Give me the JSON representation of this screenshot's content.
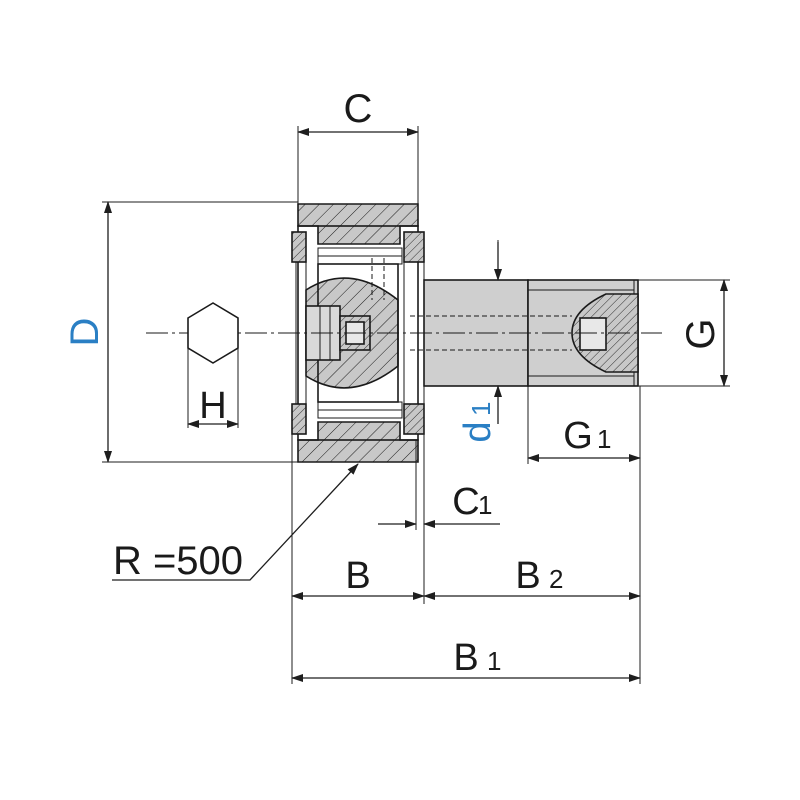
{
  "labels": {
    "C": "C",
    "D": "D",
    "H": "H",
    "R": "R =500",
    "B": "B",
    "B1": "B",
    "B1_sub": "1",
    "B2": "B",
    "B2_sub": "2",
    "C1": "C",
    "C1_sub": "1",
    "d1": "d",
    "d1_sub": "1",
    "G": "G",
    "G1": "G",
    "G1_sub": "1"
  },
  "colors": {
    "line": "#1a1a1a",
    "section_fill": "#c8c8c8",
    "shaft_fill": "#cfcfcf",
    "highlight_label": "#2a7fc4",
    "label": "#1a1a1a"
  },
  "icons": {
    "hex_socket": "hexagon-icon"
  }
}
